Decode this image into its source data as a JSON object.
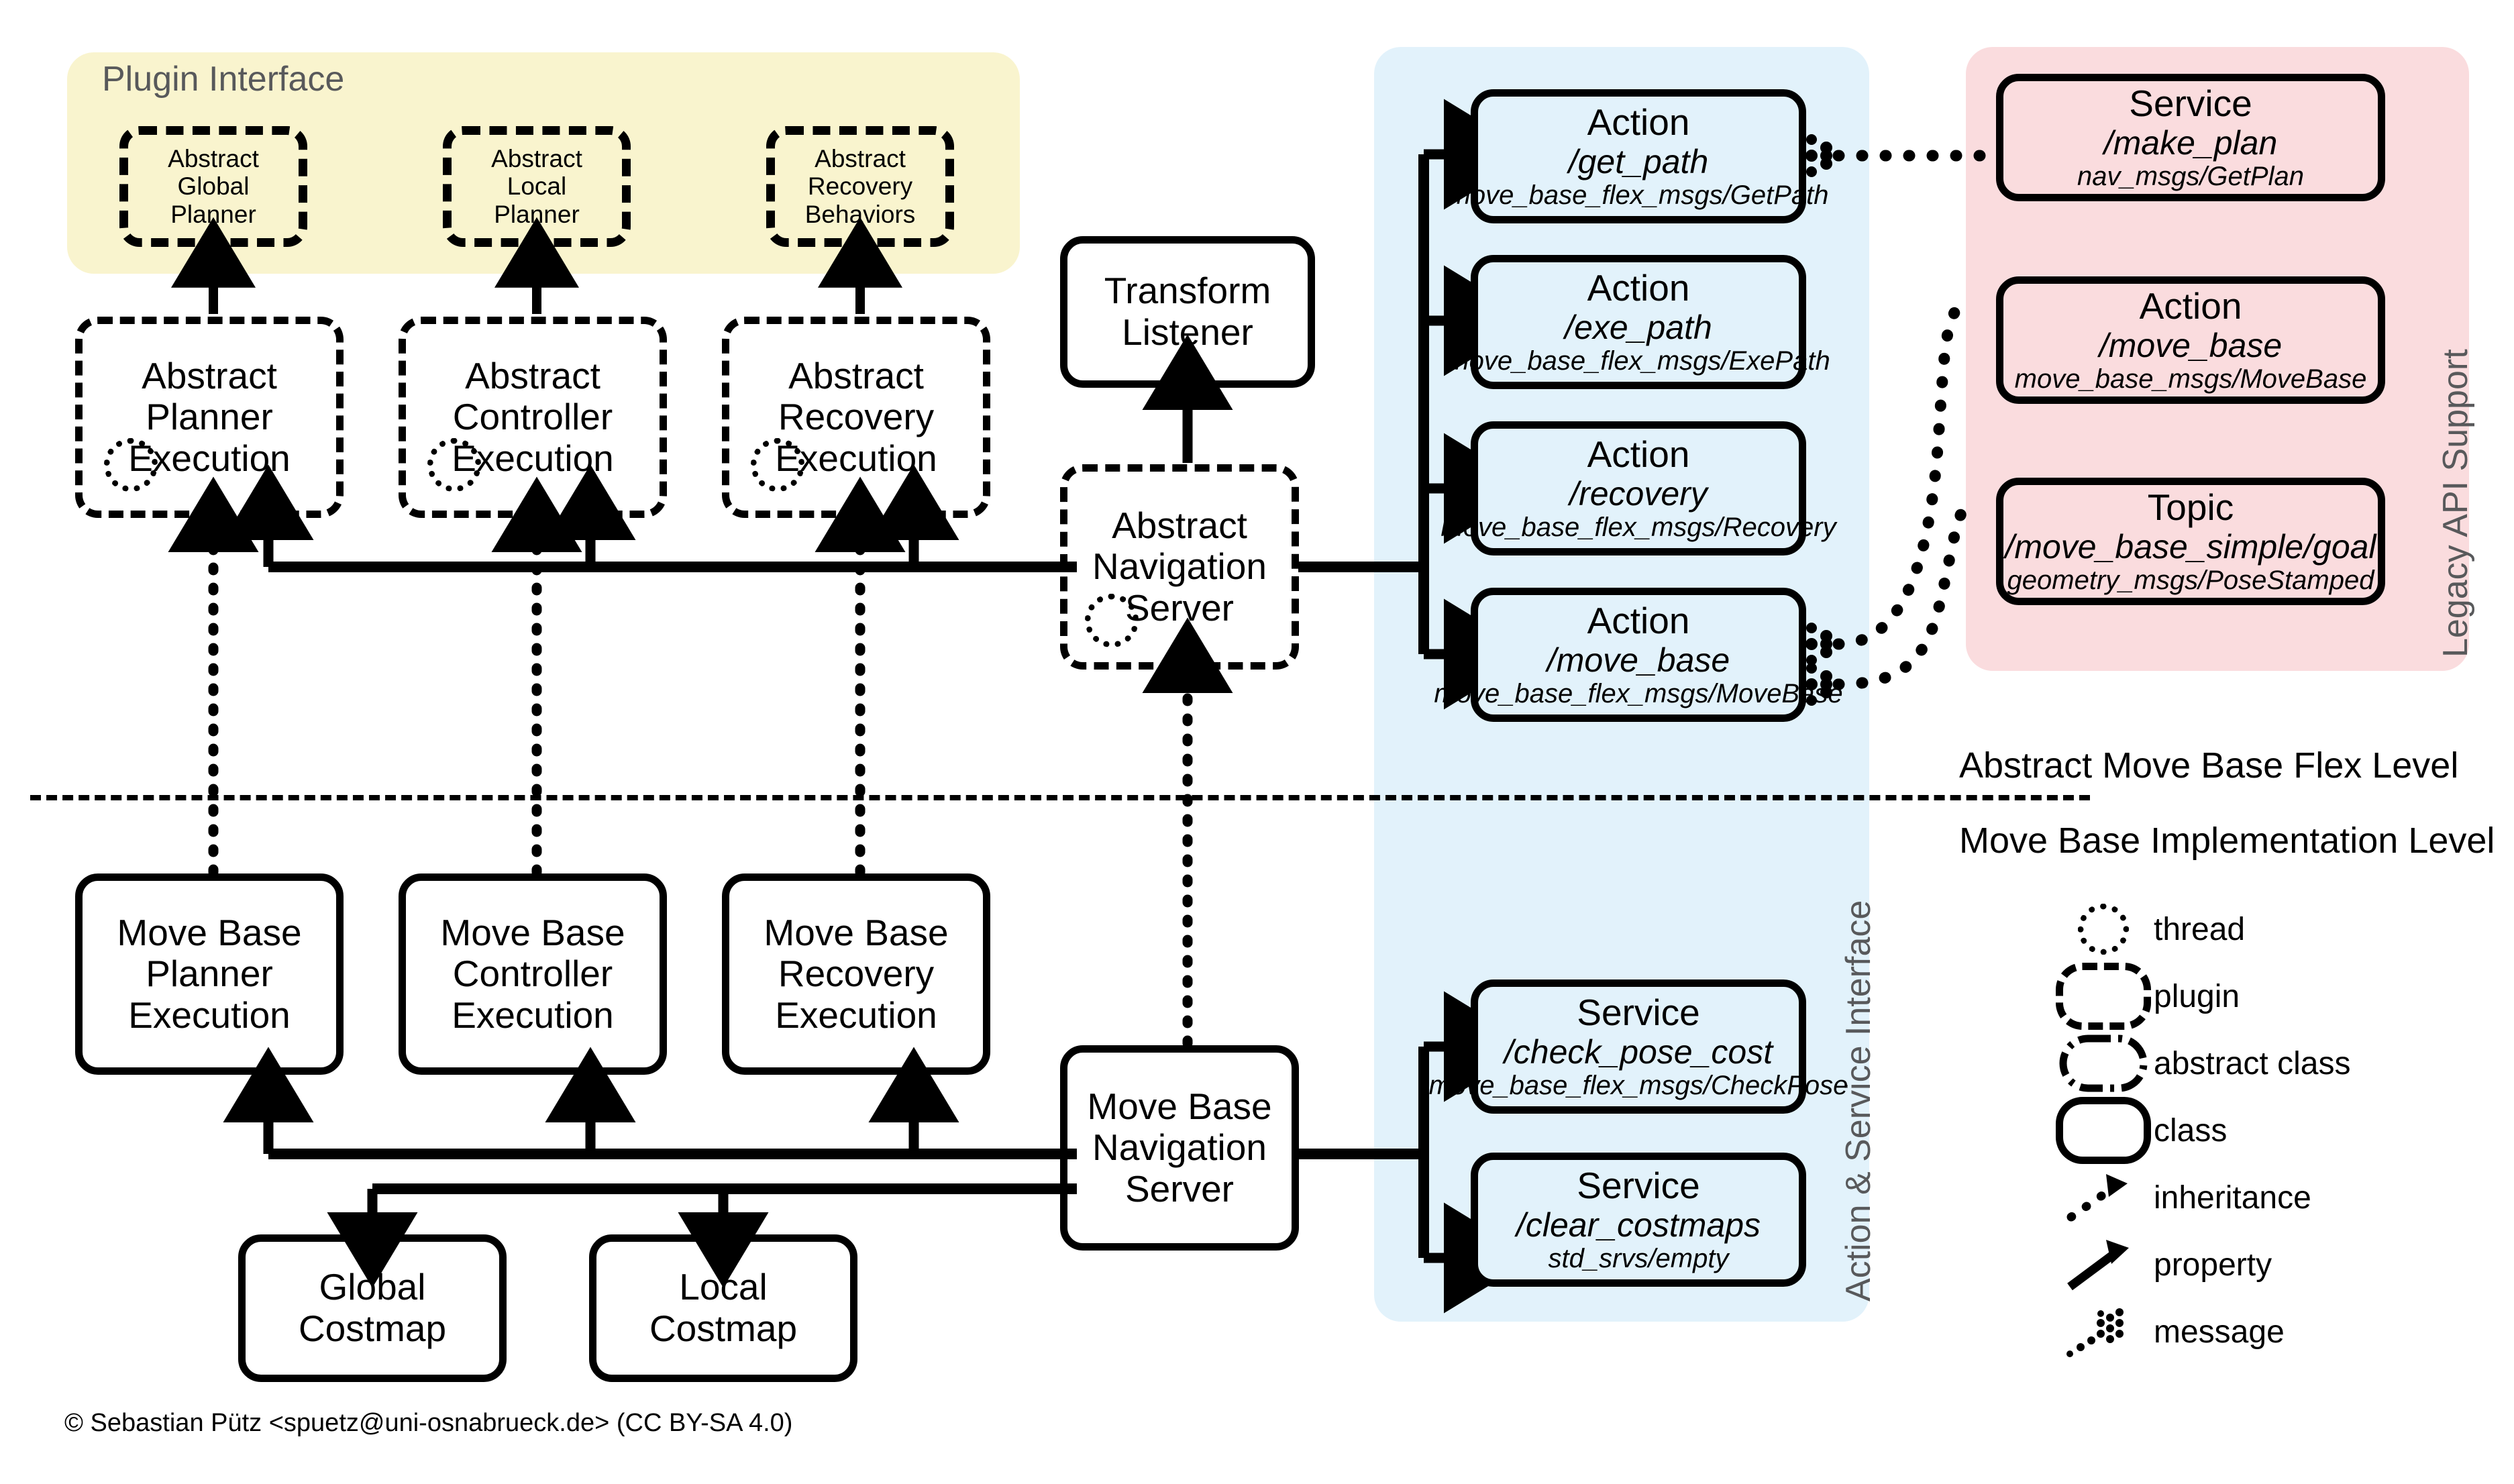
{
  "panels": {
    "plugin_interface": {
      "label": "Plugin Interface",
      "color": "#F9F4CE"
    },
    "action_service_interface": {
      "label": "Action & Service Interface",
      "color": "#E2F2FB"
    },
    "legacy_api_support": {
      "label": "Legacy API Support",
      "color": "#FADCDE"
    }
  },
  "levels": {
    "upper": "Abstract Move Base Flex Level",
    "lower": "Move Base Implementation Level"
  },
  "plugins": [
    {
      "l1": "Abstract",
      "l2": "Global",
      "l3": "Planner"
    },
    {
      "l1": "Abstract",
      "l2": "Local",
      "l3": "Planner"
    },
    {
      "l1": "Abstract",
      "l2": "Recovery",
      "l3": "Behaviors"
    }
  ],
  "abstract_executions": [
    {
      "l1": "Abstract",
      "l2": "Planner",
      "l3": "Execution"
    },
    {
      "l1": "Abstract",
      "l2": "Controller",
      "l3": "Execution"
    },
    {
      "l1": "Abstract",
      "l2": "Recovery",
      "l3": "Execution"
    }
  ],
  "transform_listener": {
    "l1": "Transform",
    "l2": "Listener"
  },
  "abstract_navigation_server": {
    "l1": "Abstract",
    "l2": "Navigation",
    "l3": "Server"
  },
  "move_base_navigation_server": {
    "l1": "Move Base",
    "l2": "Navigation",
    "l3": "Server"
  },
  "move_base_executions": [
    {
      "l1": "Move Base",
      "l2": "Planner",
      "l3": "Execution"
    },
    {
      "l1": "Move Base",
      "l2": "Controller",
      "l3": "Execution"
    },
    {
      "l1": "Move Base",
      "l2": "Recovery",
      "l3": "Execution"
    }
  ],
  "costmaps": [
    {
      "l1": "Global",
      "l2": "Costmap"
    },
    {
      "l1": "Local",
      "l2": "Costmap"
    }
  ],
  "actions": [
    {
      "kind": "Action",
      "name": "/get_path",
      "type": "move_base_flex_msgs/GetPath"
    },
    {
      "kind": "Action",
      "name": "/exe_path",
      "type": "move_base_flex_msgs/ExePath"
    },
    {
      "kind": "Action",
      "name": "/recovery",
      "type": "move_base_flex_msgs/Recovery"
    },
    {
      "kind": "Action",
      "name": "/move_base",
      "type": "move_base_flex_msgs/MoveBase"
    }
  ],
  "services": [
    {
      "kind": "Service",
      "name": "/check_pose_cost",
      "type": "move_base_flex_msgs/CheckPose"
    },
    {
      "kind": "Service",
      "name": "/clear_costmaps",
      "type": "std_srvs/empty"
    }
  ],
  "legacy": [
    {
      "kind": "Service",
      "name": "/make_plan",
      "type": "nav_msgs/GetPlan"
    },
    {
      "kind": "Action",
      "name": "/move_base",
      "type": "move_base_msgs/MoveBase"
    },
    {
      "kind": "Topic",
      "name": "/move_base_simple/goal",
      "type": "geometry_msgs/PoseStamped"
    }
  ],
  "legend": [
    {
      "glyph": "thread",
      "label": "thread"
    },
    {
      "glyph": "plugin",
      "label": "plugin"
    },
    {
      "glyph": "abstract-class",
      "label": "abstract class"
    },
    {
      "glyph": "class",
      "label": "class"
    },
    {
      "glyph": "inheritance",
      "label": "inheritance"
    },
    {
      "glyph": "property",
      "label": "property"
    },
    {
      "glyph": "message",
      "label": "message"
    }
  ],
  "copyright": "© Sebastian Pütz <spuetz@uni-osnabrueck.de> (CC BY-SA 4.0)"
}
